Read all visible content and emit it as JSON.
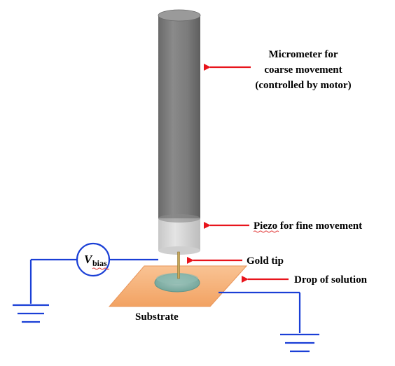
{
  "labels": {
    "micrometer_line1": "Micrometer for",
    "micrometer_line2": "coarse movement",
    "micrometer_line3": "(controlled by motor)",
    "piezo": "Piezo for fine movement",
    "gold_tip": "Gold tip",
    "drop": "Drop of solution",
    "substrate": "Substrate",
    "vbias_main": "V",
    "vbias_sub": "bias"
  },
  "colors": {
    "arrow": "#e8141c",
    "wire": "#1a3fd6",
    "substrate": "#f6b07a",
    "drop": "#7fb0a6",
    "micrometer": "#7a7a7a",
    "piezo": "#d9d9d9",
    "tip": "#c8a85a",
    "misspell_underline": "#e03030"
  }
}
